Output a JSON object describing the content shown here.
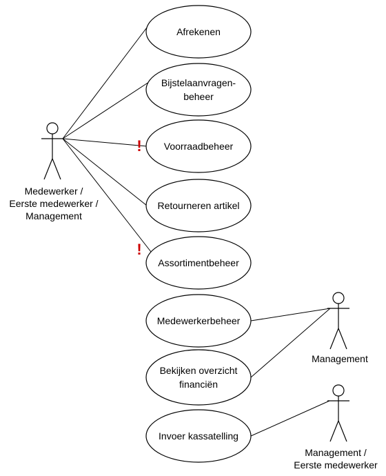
{
  "actors": [
    {
      "id": "primary",
      "label_lines": [
        "Medewerker /",
        "Eerste medewerker /",
        "Management"
      ]
    },
    {
      "id": "management",
      "label_lines": [
        "Management"
      ]
    },
    {
      "id": "mgmt-first",
      "label_lines": [
        "Management /",
        "Eerste medewerker"
      ]
    }
  ],
  "use_cases": [
    {
      "id": "afrekenen",
      "label_lines": [
        "Afrekenen"
      ],
      "warning": false
    },
    {
      "id": "bijstel",
      "label_lines": [
        "Bijstelaanvragen-",
        "beheer"
      ],
      "warning": false
    },
    {
      "id": "voorraad",
      "label_lines": [
        "Voorraadbeheer"
      ],
      "warning": true
    },
    {
      "id": "retour",
      "label_lines": [
        "Retourneren artikel"
      ],
      "warning": false
    },
    {
      "id": "assortiment",
      "label_lines": [
        "Assortimentbeheer"
      ],
      "warning": true
    },
    {
      "id": "medewerker",
      "label_lines": [
        "Medewerkerbeheer"
      ],
      "warning": false
    },
    {
      "id": "overzicht",
      "label_lines": [
        "Bekijken overzicht",
        "financiën"
      ],
      "warning": false
    },
    {
      "id": "kassa",
      "label_lines": [
        "Invoer kassatelling"
      ],
      "warning": false
    }
  ],
  "associations": [
    {
      "actor": "primary",
      "use_case": "afrekenen"
    },
    {
      "actor": "primary",
      "use_case": "bijstel"
    },
    {
      "actor": "primary",
      "use_case": "voorraad"
    },
    {
      "actor": "primary",
      "use_case": "retour"
    },
    {
      "actor": "primary",
      "use_case": "assortiment"
    },
    {
      "actor": "management",
      "use_case": "medewerker"
    },
    {
      "actor": "management",
      "use_case": "overzicht"
    },
    {
      "actor": "mgmt-first",
      "use_case": "kassa"
    }
  ],
  "warning_symbol": "!",
  "colors": {
    "line": "#000000",
    "warning": "#cc0000",
    "background": "#ffffff"
  }
}
